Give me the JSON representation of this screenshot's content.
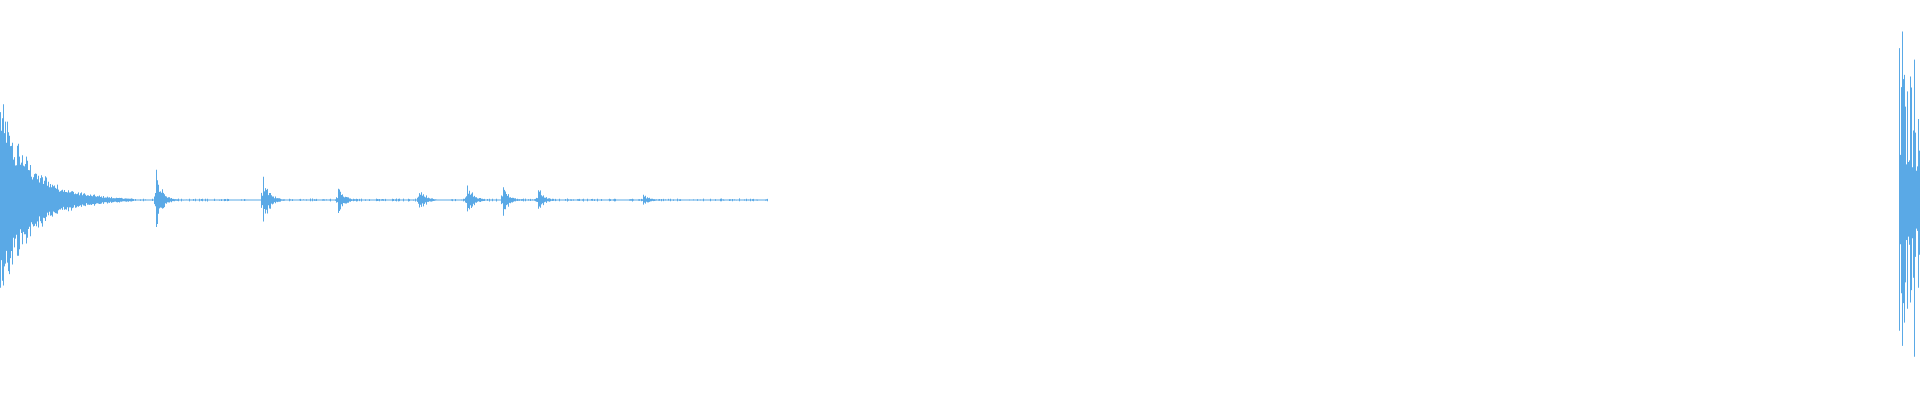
{
  "waveform": {
    "color": "#5aa9e6",
    "background": "#ffffff",
    "duration_fraction_segments": [
      {
        "start": 0.0,
        "end": 0.07,
        "kind": "decay",
        "peak": 0.48
      },
      {
        "start": 0.07,
        "end": 0.4,
        "kind": "sparse",
        "peak": 0.06
      },
      {
        "start": 0.4,
        "end": 0.989,
        "kind": "silence",
        "peak": 0.0
      },
      {
        "start": 0.989,
        "end": 1.0,
        "kind": "burst",
        "peak": 0.8
      }
    ],
    "transients": [
      {
        "at": 0.081,
        "peak": 0.14
      },
      {
        "at": 0.137,
        "peak": 0.13
      },
      {
        "at": 0.176,
        "peak": 0.07
      },
      {
        "at": 0.218,
        "peak": 0.07
      },
      {
        "at": 0.243,
        "peak": 0.08
      },
      {
        "at": 0.262,
        "peak": 0.07
      },
      {
        "at": 0.28,
        "peak": 0.06
      },
      {
        "at": 0.335,
        "peak": 0.03
      }
    ]
  }
}
